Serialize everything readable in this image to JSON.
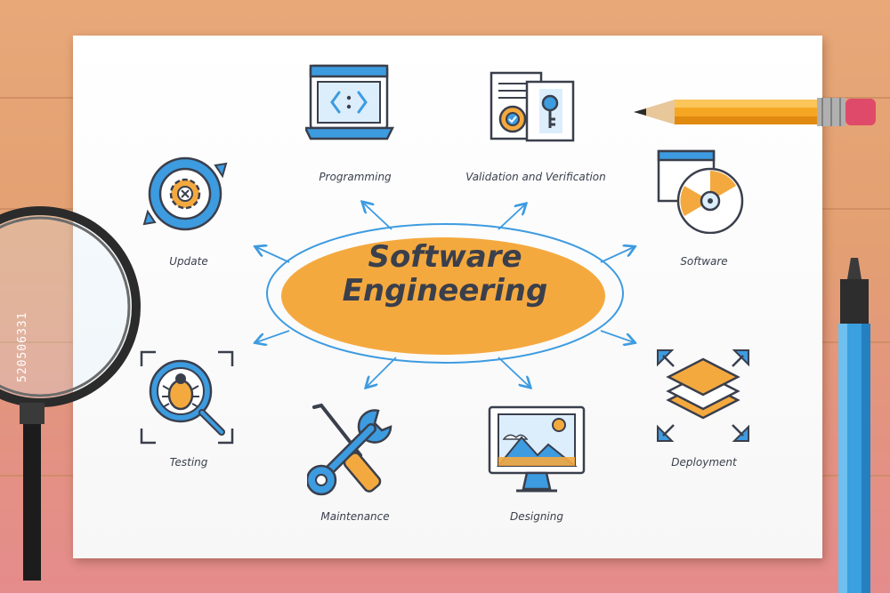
{
  "center": {
    "line1": "Software",
    "line2": "Engineering"
  },
  "nodes": {
    "programming": "Programming",
    "validation": "Validation and Verification",
    "software": "Software",
    "update": "Update",
    "testing": "Testing",
    "maintenance": "Maintenance",
    "designing": "Designing",
    "deployment": "Deployment"
  },
  "colors": {
    "blue": "#3d9be0",
    "orange": "#f4a93f",
    "outline": "#3a3f4c",
    "ellipse": "#f4a93f"
  },
  "watermark": "520506331"
}
